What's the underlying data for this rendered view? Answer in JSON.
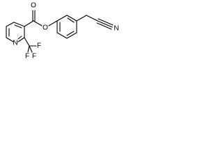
{
  "molecule": {
    "atoms": {
      "ring_nitrogen": "N",
      "carbonyl_oxygen": "O",
      "ester_oxygen": "O",
      "nitrile_nitrogen": "N",
      "fluorine_1": "F",
      "fluorine_2": "F",
      "fluorine_3": "F"
    }
  }
}
